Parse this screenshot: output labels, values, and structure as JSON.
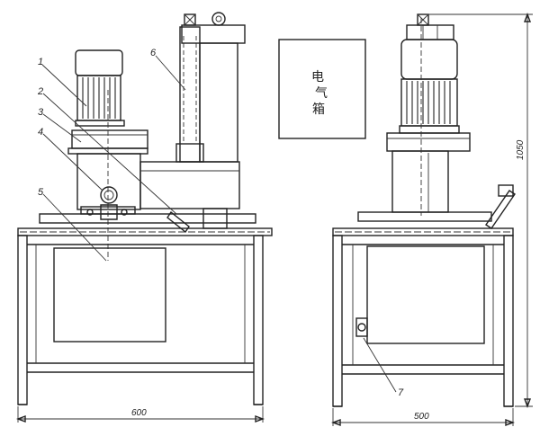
{
  "labels": {
    "l1": "1",
    "l2": "2",
    "l3": "3",
    "l4": "4",
    "l5": "5",
    "l6": "6",
    "l7": "7"
  },
  "dimensions": {
    "front_width": "600",
    "side_width": "500",
    "height": "1050"
  },
  "electric_box": {
    "line1": "电",
    "line2": "气",
    "line3": "箱"
  }
}
